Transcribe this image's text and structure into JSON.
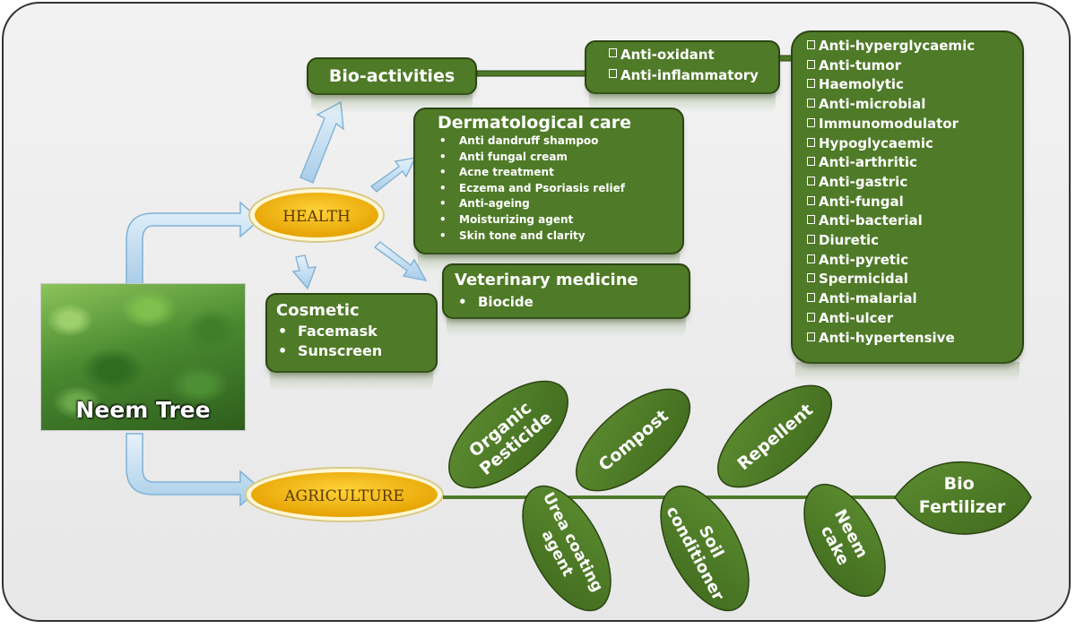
{
  "source": {
    "label": "Neem Tree"
  },
  "categories": {
    "health": "HEALTH",
    "agriculture": "AGRICULTURE"
  },
  "bioactivities": {
    "title": "Bio-activities",
    "primary": [
      "Anti-oxidant",
      "Anti-inflammatory"
    ],
    "list": [
      "Anti-hyperglycaemic",
      "Anti-tumor",
      "Haemolytic",
      "Anti-microbial",
      "Immunomodulator",
      "Hypoglycaemic",
      "Anti-arthritic",
      "Anti-gastric",
      "Anti-fungal",
      "Anti-bacterial",
      "Diuretic",
      "Anti-pyretic",
      "Spermicidal",
      "Anti-malarial",
      "Anti-ulcer",
      "Anti-hypertensive"
    ]
  },
  "dermatological": {
    "title": "Dermatological care",
    "items": [
      "Anti dandruff shampoo",
      "Anti fungal cream",
      "Acne treatment",
      "Eczema and Psoriasis relief",
      "Anti-ageing",
      "Moisturizing agent",
      "Skin tone and clarity"
    ]
  },
  "veterinary": {
    "title": "Veterinary medicine",
    "items": [
      "Biocide"
    ]
  },
  "cosmetic": {
    "title": "Cosmetic",
    "items": [
      "Facemask",
      "Sunscreen"
    ]
  },
  "agri_leaves": {
    "organic_pesticide": [
      "Organic",
      "Pesticide"
    ],
    "compost": [
      "Compost"
    ],
    "repellent": [
      "Repellent"
    ],
    "bio_fertilizer": [
      "Bio",
      "Fertilizer"
    ],
    "urea_coating": [
      "Urea coating",
      "agent"
    ],
    "soil_conditioner": [
      "Soil",
      "conditioner"
    ],
    "neem_cake": [
      "Neem",
      "cake"
    ]
  },
  "colors": {
    "box_green": "#4f7a28",
    "box_border": "#2b4513",
    "oval_gold": "#f2b100",
    "arrow_blue": "#a8cde8",
    "frame_bg": "#ececec"
  }
}
